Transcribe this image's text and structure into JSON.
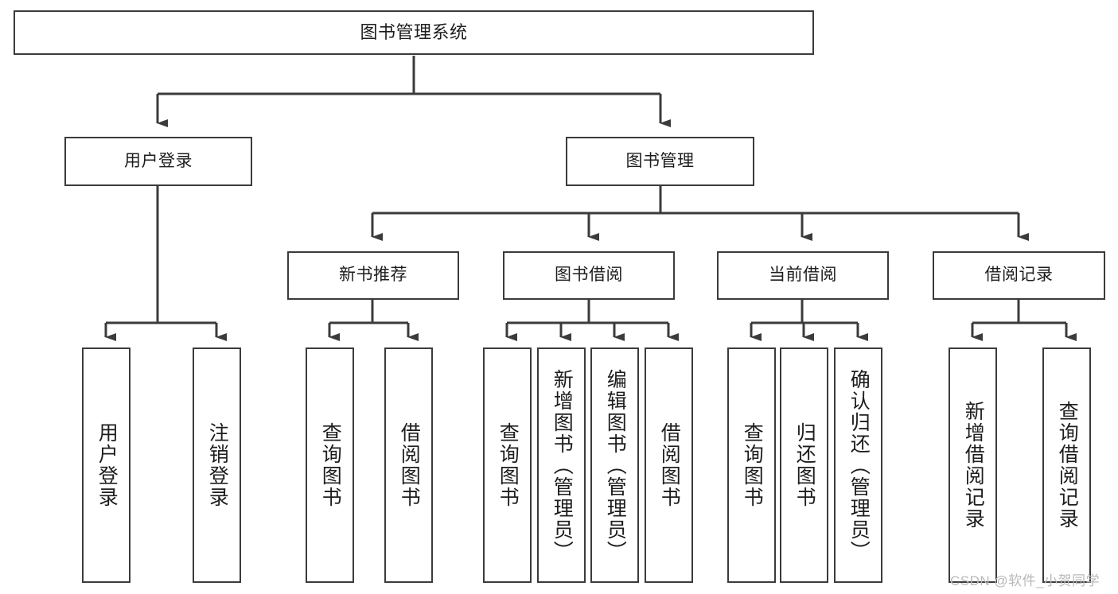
{
  "diagram": {
    "title": "图书管理系统",
    "type": "functional-structure-tree",
    "root": {
      "label": "图书管理系统"
    },
    "level2": [
      {
        "label": "用户登录"
      },
      {
        "label": "图书管理"
      }
    ],
    "level3": [
      {
        "label": "新书推荐"
      },
      {
        "label": "图书借阅"
      },
      {
        "label": "当前借阅"
      },
      {
        "label": "借阅记录"
      }
    ],
    "leaves": [
      {
        "label": "用户登录"
      },
      {
        "label": "注销登录"
      },
      {
        "label": "查询图书"
      },
      {
        "label": "借阅图书"
      },
      {
        "label": "查询图书"
      },
      {
        "label": "新增图书（管理员）"
      },
      {
        "label": "编辑图书（管理员）"
      },
      {
        "label": "借阅图书"
      },
      {
        "label": "查询图书"
      },
      {
        "label": "归还图书"
      },
      {
        "label": "确认归还（管理员）"
      },
      {
        "label": "新增借阅记录"
      },
      {
        "label": "查询借阅记录"
      }
    ]
  },
  "watermark": {
    "text": "CSDN @软件_小贺同学"
  },
  "colors": {
    "stroke": "#3b3b3b",
    "fill": "#ffffff",
    "text": "#1d1d1d",
    "watermark": "#b9b9b9"
  }
}
